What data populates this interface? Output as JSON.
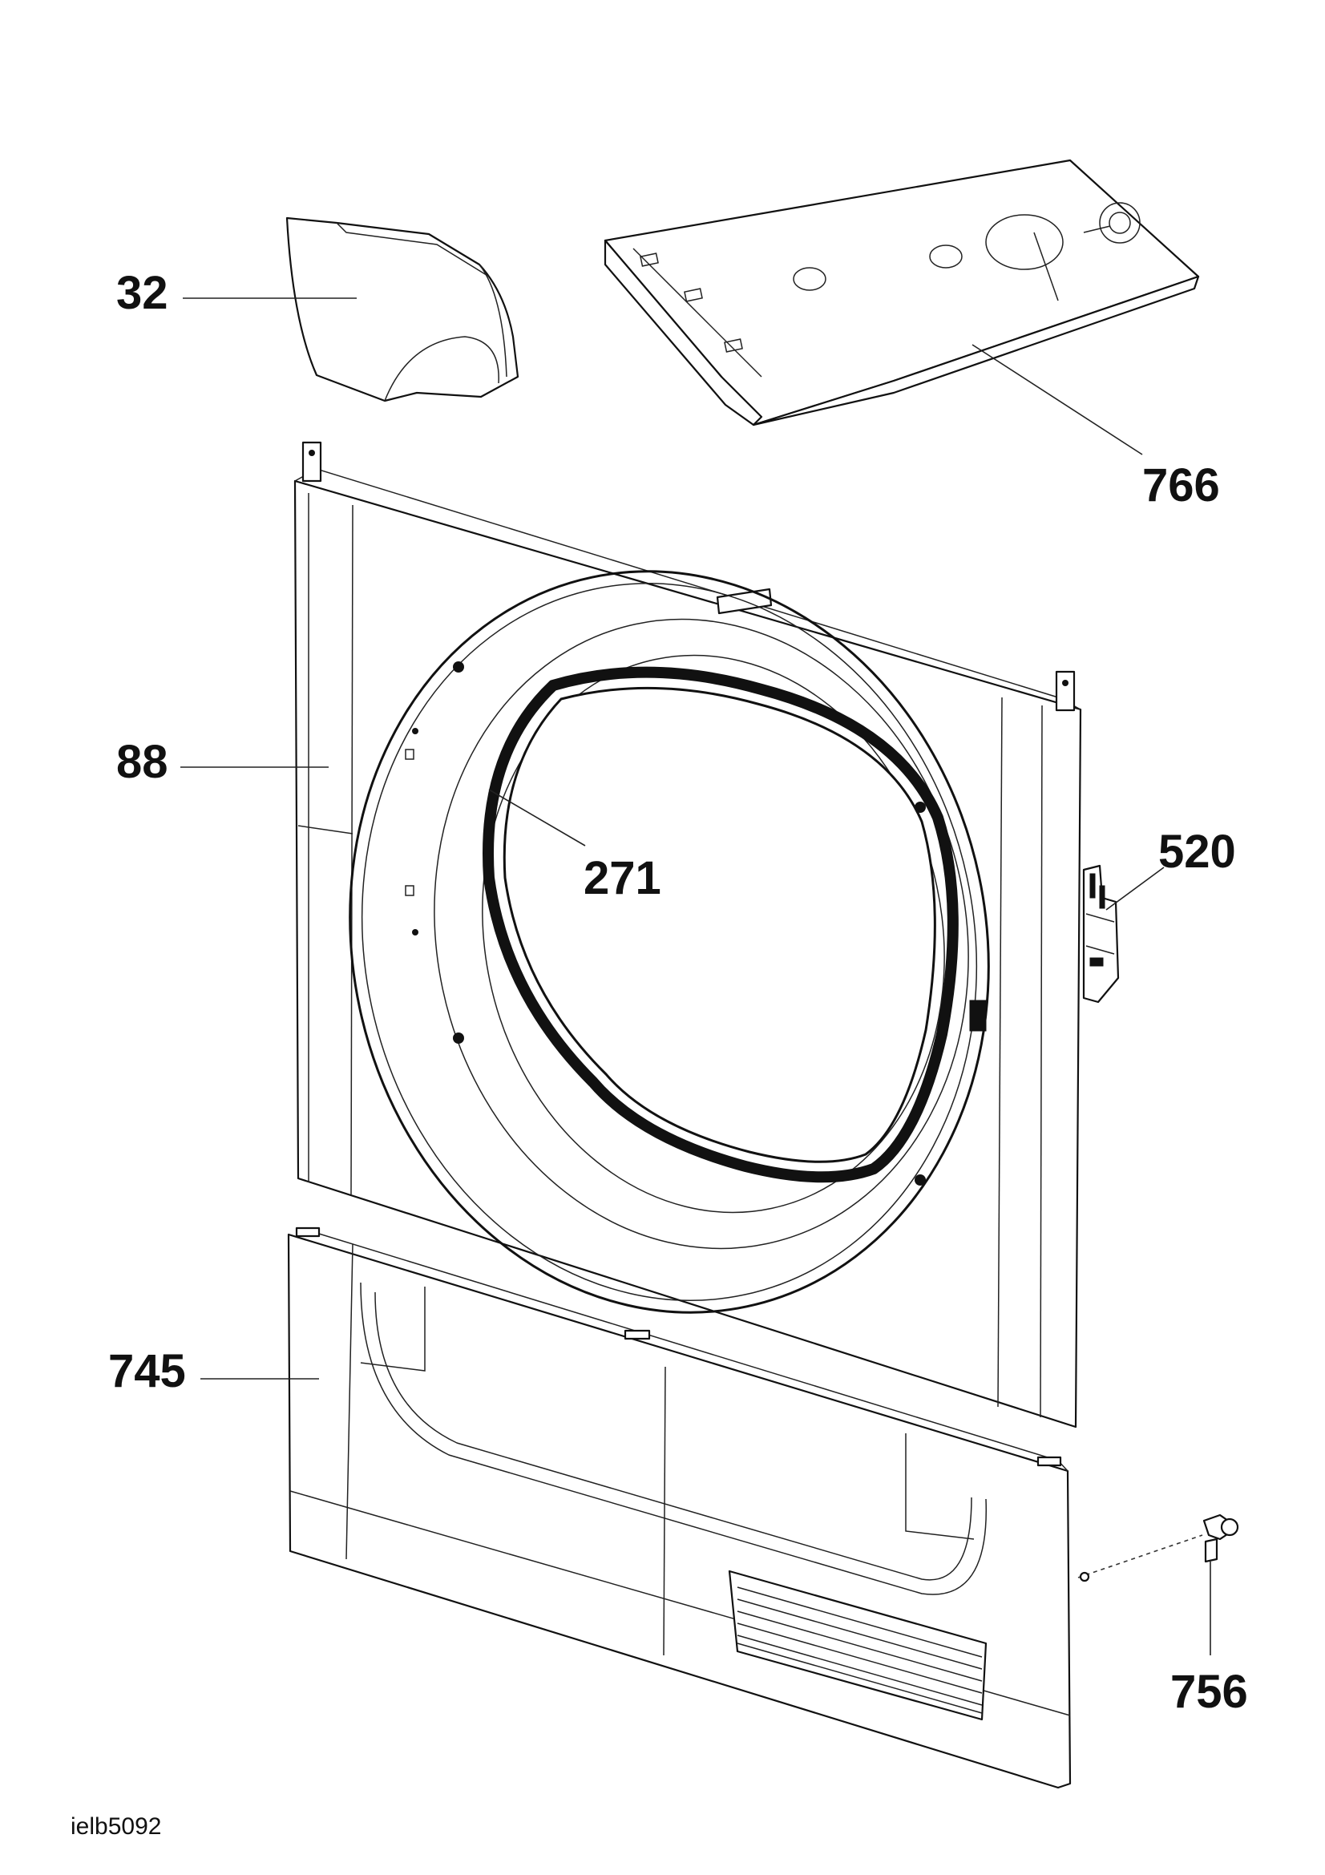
{
  "callouts": [
    {
      "id": "32",
      "label": "32"
    },
    {
      "id": "766",
      "label": "766"
    },
    {
      "id": "88",
      "label": "88"
    },
    {
      "id": "271",
      "label": "271"
    },
    {
      "id": "520",
      "label": "520"
    },
    {
      "id": "745",
      "label": "745"
    },
    {
      "id": "756",
      "label": "756"
    }
  ],
  "drawing_code": "ielb5092",
  "colors": {
    "ink": "#111111",
    "paper": "#ffffff"
  }
}
